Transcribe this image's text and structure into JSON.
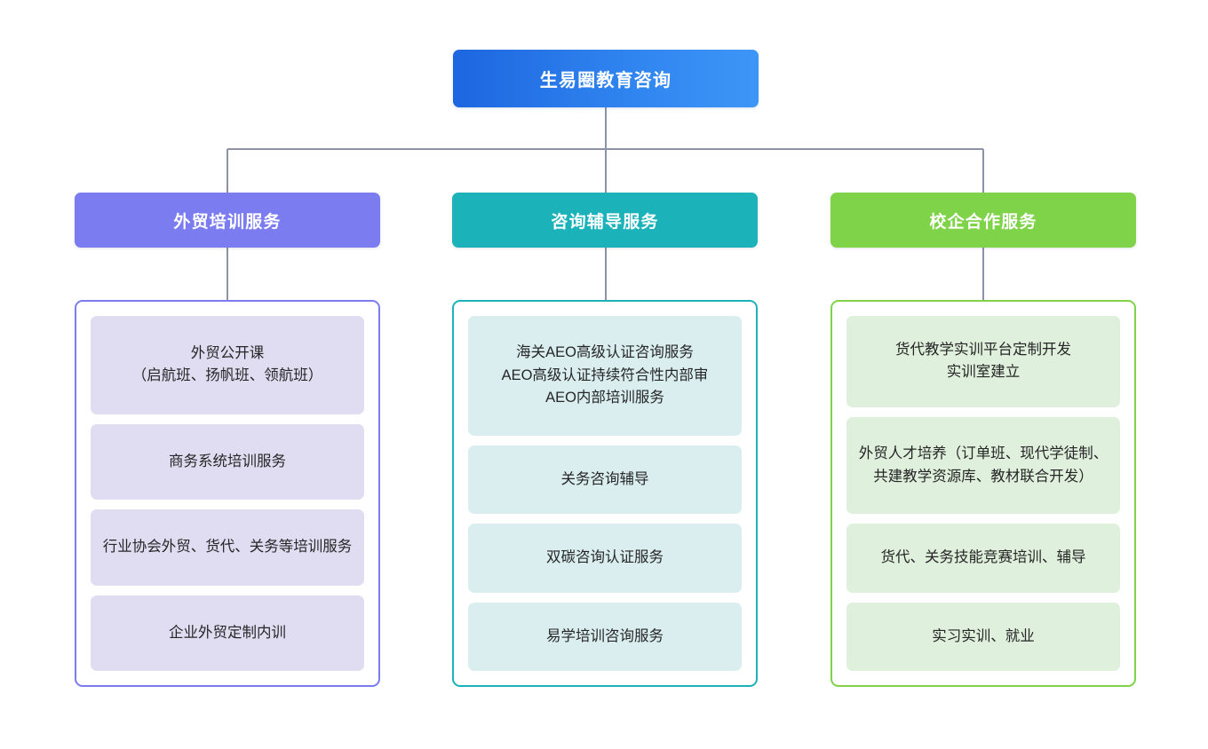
{
  "diagram": {
    "type": "organization-chart",
    "orientation": "top-down",
    "levels": 3,
    "root": {
      "label": "生易圈教育咨询",
      "color_start": "#1d66e0",
      "color_end": "#3d96f7",
      "text_color": "#ffffff"
    },
    "connector_color": "#8a94a6",
    "background": "#ffffff",
    "branches": [
      {
        "header": "外贸培训服务",
        "accent": "#7b7cf0",
        "card_fill": "#e0ddf2",
        "border": "#7b7cf0",
        "items": [
          "外贸公开课\n（启航班、扬帆班、领航班）",
          "商务系统培训服务",
          "行业协会外贸、货代、关务等培训服务",
          "企业外贸定制内训"
        ]
      },
      {
        "header": "咨询辅导服务",
        "accent": "#1cb2ba",
        "card_fill": "#daeef0",
        "border": "#1cb2ba",
        "items": [
          "海关AEO高级认证咨询服务\nAEO高级认证持续符合性内部审\nAEO内部培训服务",
          "关务咨询辅导",
          "双碳咨询认证服务",
          "易学培训咨询服务"
        ]
      },
      {
        "header": "校企合作服务",
        "accent": "#7ed348",
        "card_fill": "#dff0dc",
        "border": "#7ed348",
        "items": [
          "货代教学实训平台定制开发\n实训室建立",
          "外贸人才培养（订单班、现代学徒制、共建教学资源库、教材联合开发）",
          "货代、关务技能竞赛培训、辅导",
          "实习实训、就业"
        ]
      }
    ]
  }
}
